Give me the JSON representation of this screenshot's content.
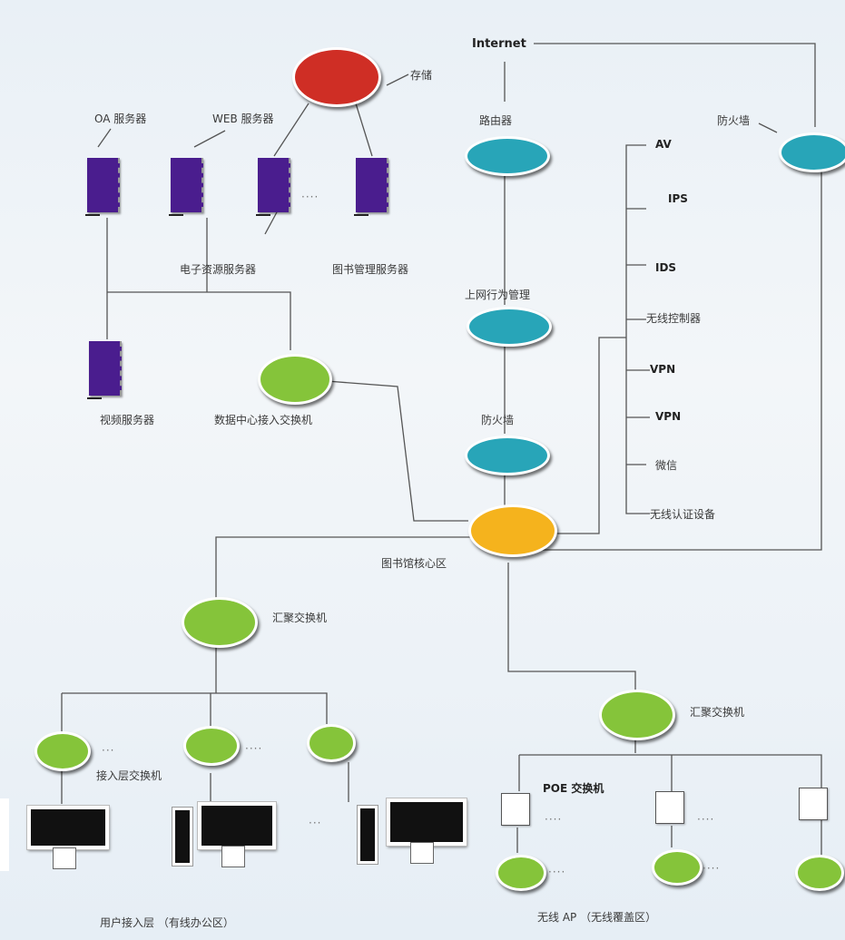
{
  "top": {
    "internet": "Internet",
    "storage": "存储",
    "router": "路由器",
    "firewall_top": "防火墙"
  },
  "servers": {
    "oa": "OA 服务器",
    "web": "WEB 服务器",
    "eresource": "电子资源服务器",
    "library_mgmt": "图书管理服务器",
    "video": "视频服务器",
    "dc_switch": "数据中心接入交换机"
  },
  "security": {
    "behavior_mgmt": "上网行为管理",
    "firewall_mid": "防火墙",
    "core": "图书馆核心区",
    "items": [
      "AV",
      "IPS",
      "IDS",
      "无线控制器",
      "VPN",
      "VPN",
      "微信",
      "无线认证设备"
    ]
  },
  "access": {
    "agg_left": "汇聚交换机",
    "agg_right": "汇聚交换机",
    "access_switch": "接入层交换机",
    "poe_switch": "POE 交换机",
    "wired_area": "用户接入层  （有线办公区）",
    "wireless_area": "无线 AP  （无线覆盖区）",
    "ellipsis": "····",
    "ellipsis_dots": "···"
  },
  "colors": {
    "storage": "#cf2e25",
    "network": "#28a5b8",
    "switch": "#85c43a",
    "core": "#f5b31d",
    "server": "#4a1d8e"
  }
}
